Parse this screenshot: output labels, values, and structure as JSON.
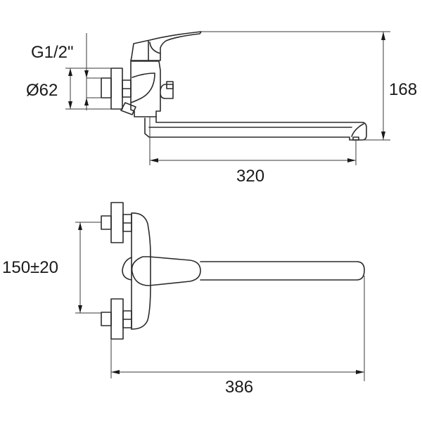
{
  "drawing": {
    "title": "Wall-mounted single-lever mixer dimension drawing",
    "units": "mm",
    "colors": {
      "line": "#2b2b2b",
      "text": "#1a1a1a",
      "background": "#ffffff"
    },
    "side_view": {
      "thread_label": "G1/2\"",
      "flange_diameter_label": "Ø62",
      "height_label": "168",
      "spout_reach_label": "320"
    },
    "top_view": {
      "inlet_spacing_label": "150±20",
      "overall_length_label": "386"
    }
  }
}
